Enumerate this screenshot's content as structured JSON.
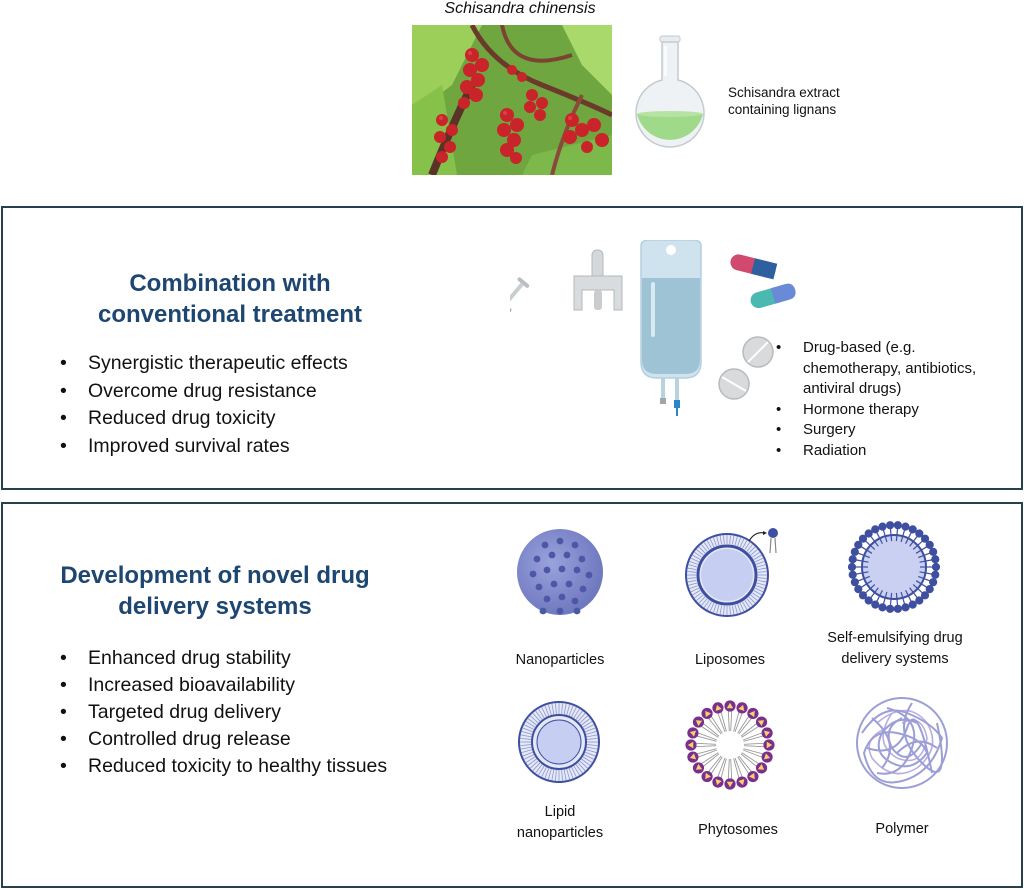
{
  "source": {
    "plant_name": "Schisandra chinensis",
    "extract_label_line1": "Schisandra extract",
    "extract_label_line2": "containing lignans"
  },
  "combination_panel": {
    "heading_line1": "Combination with",
    "heading_line2": "conventional treatment",
    "benefits": [
      "Synergistic therapeutic effects",
      "Overcome drug resistance",
      "Reduced drug toxicity",
      "Improved survival rates"
    ],
    "treatments": [
      {
        "line1": "Drug-based (e.g.",
        "line2": "chemotherapy, antibiotics,",
        "line3": "antiviral drugs)"
      },
      {
        "line1": "Hormone therapy"
      },
      {
        "line1": "Surgery"
      },
      {
        "line1": "Radiation"
      }
    ],
    "icons": [
      "syringe-icon",
      "nasal-spray-icon",
      "iv-bag-icon",
      "capsule-icon",
      "tablet-icon"
    ]
  },
  "delivery_panel": {
    "heading_line1": "Development of novel drug",
    "heading_line2": "delivery systems",
    "benefits": [
      "Enhanced drug stability",
      "Increased bioavailability",
      "Targeted drug delivery",
      "Controlled drug release",
      "Reduced toxicity to healthy tissues"
    ],
    "systems": [
      {
        "label_line1": "Nanoparticles",
        "label_line2": ""
      },
      {
        "label_line1": "Liposomes",
        "label_line2": ""
      },
      {
        "label_line1": "Self-emulsifying drug",
        "label_line2": "delivery systems"
      },
      {
        "label_line1": "Lipid",
        "label_line2": "nanoparticles"
      },
      {
        "label_line1": "Phytosomes",
        "label_line2": ""
      },
      {
        "label_line1": "Polymer",
        "label_line2": ""
      }
    ]
  },
  "colors": {
    "heading": "#1d4670",
    "panel_border": "#27404f",
    "particle_blue": "#7b86c8",
    "membrane_dark": "#3e4fa0",
    "phytosome_purple": "#7a2e8e",
    "phytosome_yellow": "#f3d36b",
    "extract_green": "#9fd98a"
  }
}
